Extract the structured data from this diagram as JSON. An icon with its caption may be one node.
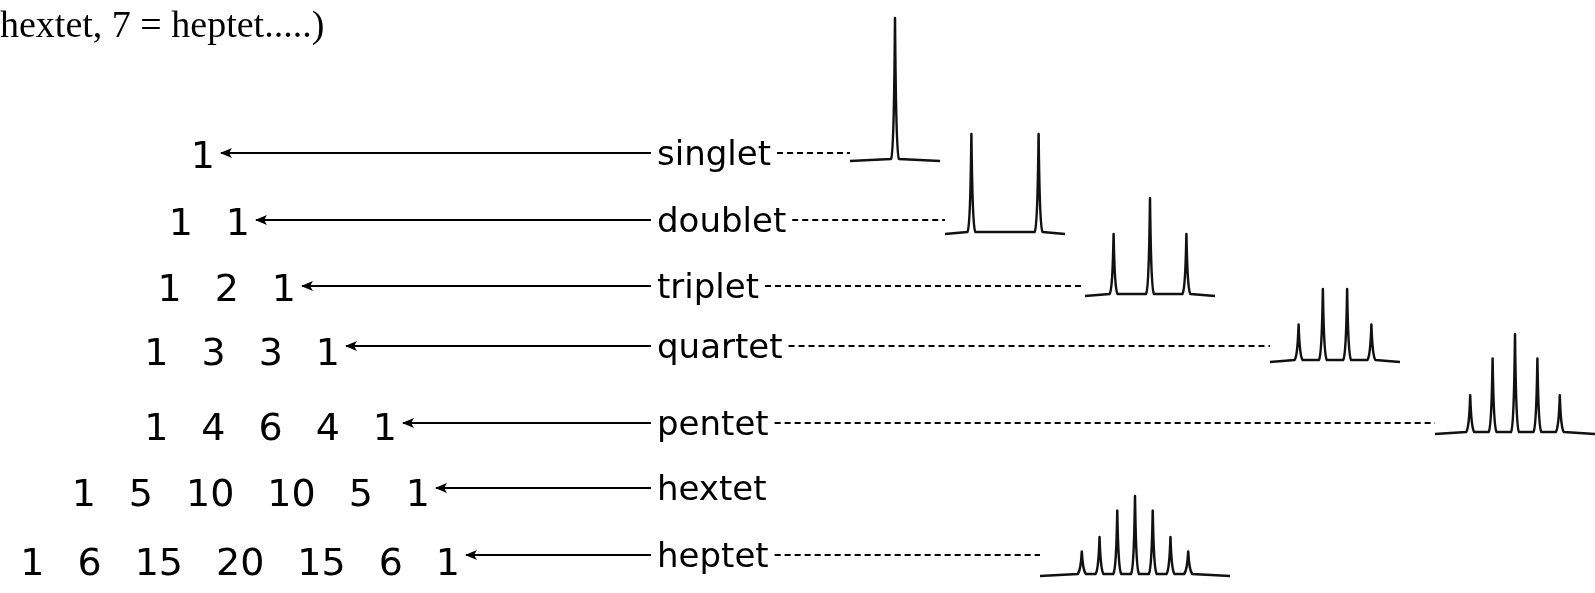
{
  "diagram": {
    "nodes": [
      {
        "text": [
          "1"
        ]
      },
      {
        "text": [
          "1 1"
        ]
      },
      {
        "text": [
          "1 2 1"
        ]
      },
      {
        "text": [
          "1 3 3 1"
        ]
      },
      {
        "text": [
          "1 4 6 4 1"
        ]
      },
      {
        "text": [
          "1 5 10 10 5 1"
        ]
      },
      {
        "text": [
          "1 6 15 20 15 6 1"
        ]
      },
      {
        "text": [
          "singlet"
        ]
      },
      {
        "text": [
          "doublet"
        ]
      },
      {
        "text": [
          "triplet"
        ]
      },
      {
        "text": [
          "quartet"
        ]
      },
      {
        "text": [
          "pentet"
        ]
      },
      {
        "text": [
          "hextet"
        ]
      },
      {
        "text": [
          "heptet"
        ]
      },
      {
        "text": [],
        "shape": "picture"
      },
      {
        "text": [],
        "shape": "picture"
      },
      {
        "text": [],
        "shape": "picture"
      },
      {
        "text": [],
        "shape": "picture"
      },
      {
        "text": [],
        "shape": "picture"
      },
      {
        "text": [],
        "shape": "picture"
      }
    ],
    "edges": [
      {
        "from": 7,
        "to": 0,
        "arrow": "to"
      },
      {
        "from": 8,
        "to": 1,
        "arrow": "to"
      },
      {
        "from": 9,
        "to": 2,
        "arrow": "to"
      },
      {
        "from": 10,
        "to": 3,
        "arrow": "to"
      },
      {
        "from": 11,
        "to": 4,
        "arrow": "to"
      },
      {
        "from": 12,
        "to": 5,
        "arrow": "to"
      },
      {
        "from": 13,
        "to": 6,
        "arrow": "to"
      },
      {
        "from": 7,
        "to": 14,
        "arrow": "none",
        "style": "dashed"
      },
      {
        "from": 8,
        "to": 15,
        "arrow": "none",
        "style": "dashed"
      },
      {
        "from": 9,
        "to": 16,
        "arrow": "none",
        "style": "dashed"
      },
      {
        "from": 10,
        "to": 17,
        "arrow": "none",
        "style": "dashed"
      },
      {
        "from": 11,
        "to": 18,
        "arrow": "none",
        "style": "dashed"
      },
      {
        "from": 13,
        "to": 19,
        "arrow": "none",
        "style": "dashed"
      }
    ],
    "labels": [
      "hextet, 7 = heptet.....)"
    ]
  }
}
